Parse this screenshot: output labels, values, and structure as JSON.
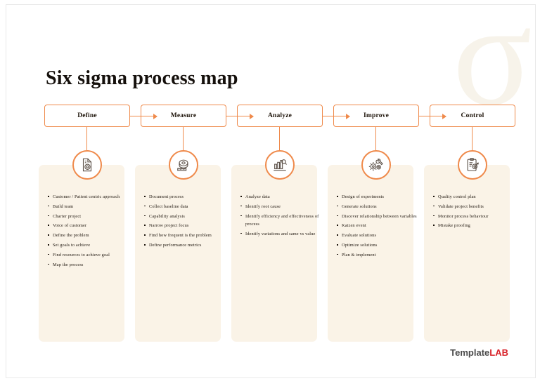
{
  "page": {
    "title": "Six sigma process map",
    "watermark": "σ"
  },
  "logo": {
    "part1": "Template",
    "part2": "LAB"
  },
  "colors": {
    "accent_orange": "#ef8a4b",
    "panel_cream": "#faf3e7",
    "watermark_cream": "#f7f3ea",
    "text_dark": "#1d150d",
    "logo_gray": "#4a4a4a",
    "logo_red": "#d8232a"
  },
  "phases": [
    {
      "label": "Define",
      "icon": "document-target-icon",
      "items": [
        "Customer / Patient centric approach",
        "Build team",
        "Charter project",
        "Voice of customer",
        "Define the problem",
        "Set goals to achieve",
        "Find resources to achieve goal",
        "Map the process"
      ]
    },
    {
      "label": "Measure",
      "icon": "measuring-tape-icon",
      "items": [
        "Document process",
        "Collect baseline data",
        "Capability analysis",
        "Narrow project focus",
        "Find how frequent is the problem",
        "Define performance metrics"
      ]
    },
    {
      "label": "Analyze",
      "icon": "bar-chart-analysis-icon",
      "items": [
        "Analyze data",
        "Identify root cause",
        "Identify efficiency and effectiveness of process",
        "Identify variations and same vs value"
      ]
    },
    {
      "label": "Improve",
      "icon": "gears-wrench-icon",
      "items": [
        "Design of experiments",
        "Generate solutions",
        "Discover relationship between variables",
        "Kaizen event",
        "Evaluate solutions",
        "Optimize solutions",
        "Plan & implement"
      ]
    },
    {
      "label": "Control",
      "icon": "clipboard-check-icon",
      "items": [
        "Quality control plan",
        "Validate project benefits",
        "Monitor process behaviour",
        "Mistake proofing"
      ]
    }
  ]
}
